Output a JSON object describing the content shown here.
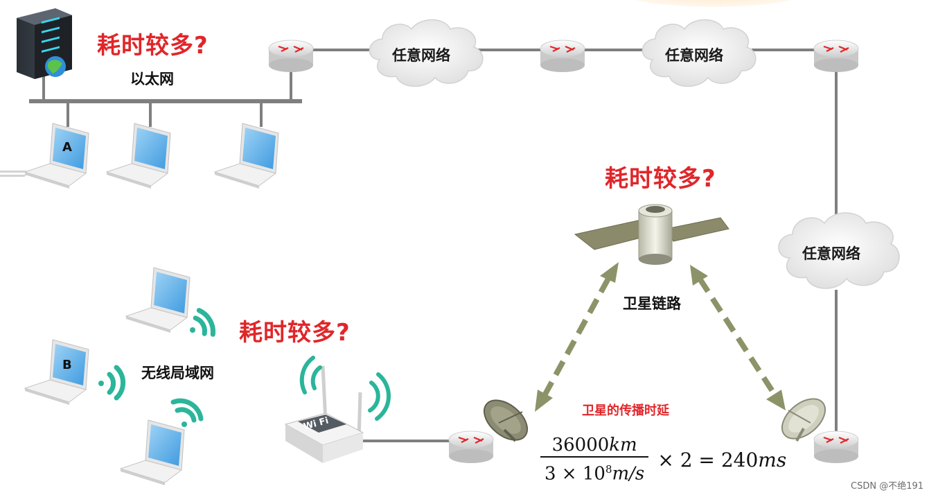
{
  "question_label": "耗时较多?",
  "ethernet_label": "以太网",
  "wireless_label": "无线局域网",
  "satellite_link_label": "卫星链路",
  "satellite_delay_label": "卫星的传播时延",
  "cloud_label": "任意网络",
  "host_a": "A",
  "host_b": "B",
  "wifi_text": "Wi Fi",
  "formula": {
    "numerator_value": "36000",
    "numerator_unit": "km",
    "denominator_prefix": "3 × 10",
    "denominator_exp": "8",
    "denominator_unit": "m/s",
    "multiplier": "× 2 =",
    "result_value": "240",
    "result_unit": "ms"
  },
  "watermark": "CSDN @不绝191",
  "colors": {
    "red": "#e0262a",
    "line": "#7f7f7f",
    "screen_blue": "#5aaee8",
    "wifi_green": "#2bb59a",
    "arrow_olive": "#8c9368"
  }
}
